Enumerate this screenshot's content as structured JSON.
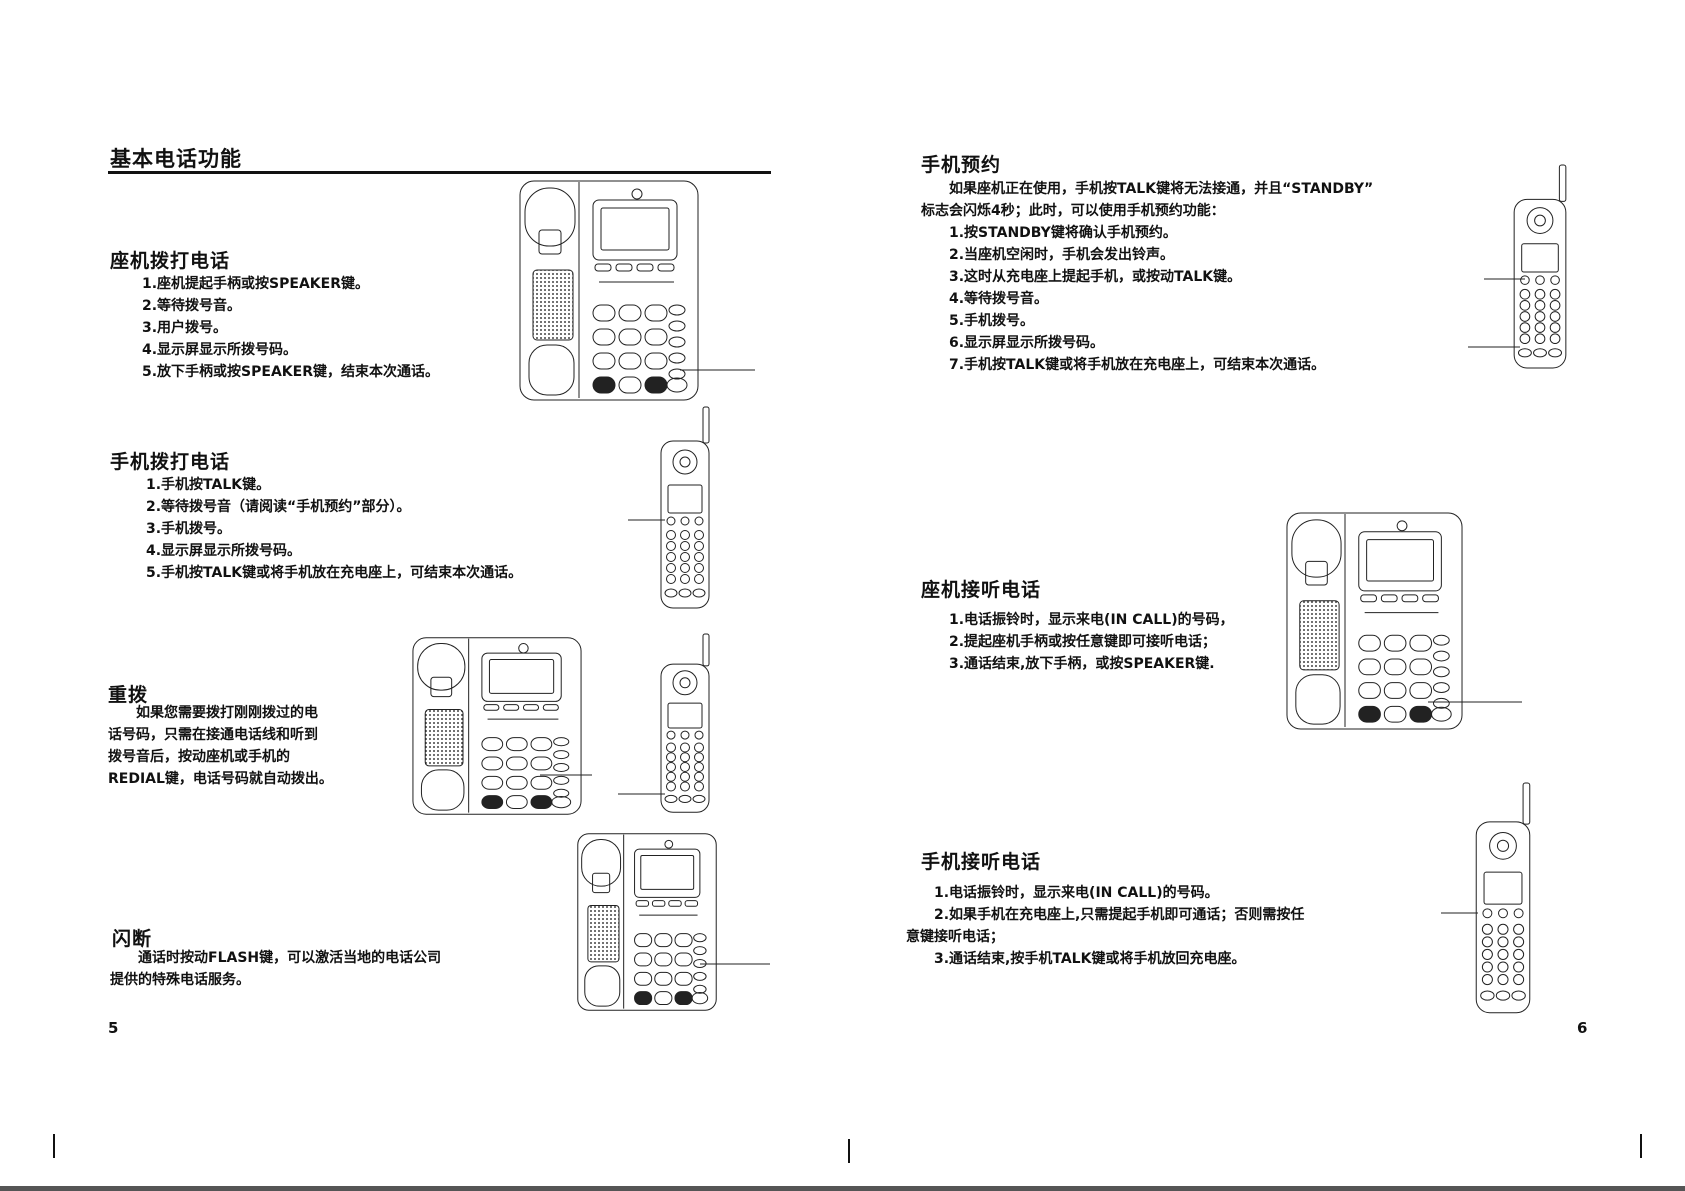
{
  "left_page": {
    "title": "基本电话功能",
    "sections": [
      {
        "heading": "座机拨打电话",
        "lines": [
          "1.座机提起手柄或按SPEAKER键。",
          "2.等待拨号音。",
          "3.用户拨号。",
          "4.显示屏显示所拨号码。",
          "5.放下手柄或按SPEAKER键，结束本次通话。"
        ]
      },
      {
        "heading": "手机拨打电话",
        "lines": [
          "1.手机按TALK键。",
          "2.等待拨号音（请阅读“手机预约”部分）。",
          "3.手机拨号。",
          "4.显示屏显示所拨号码。",
          "5.手机按TALK键或将手机放在充电座上，可结束本次通话。"
        ]
      },
      {
        "heading": "重拨",
        "lines": [
          "　　如果您需要拨打刚刚拨过的电",
          "话号码，只需在接通电话线和听到",
          "拨号音后，按动座机或手机的",
          "REDIAL键，电话号码就自动拨出。"
        ]
      },
      {
        "heading": "闪断",
        "lines": [
          "　　通话时按动FLASH键，可以激活当地的电话公司",
          "提供的特殊电话服务。"
        ]
      }
    ],
    "page_number": "5"
  },
  "right_page": {
    "sections": [
      {
        "heading": "手机预约",
        "lines": [
          "　　如果座机正在使用，手机按TALK键将无法接通，并且“STANDBY”",
          "标志会闪烁4秒；此时，可以使用手机预约功能：",
          "　　1.按STANDBY键将确认手机预约。",
          "　　2.当座机空闲时，手机会发出铃声。",
          "　　3.这时从充电座上提起手机，或按动TALK键。",
          "　　4.等待拨号音。",
          "　　5.手机拨号。",
          "　　6.显示屏显示所拨号码。",
          "　　7.手机按TALK键或将手机放在充电座上，可结束本次通话。"
        ]
      },
      {
        "heading": "座机接听电话",
        "lines": [
          "　　1.电话振铃时，显示来电(IN CALL)的号码，",
          "　　2.提起座机手柄或按任意键即可接听电话；",
          "　　3.通话结束,放下手柄，或按SPEAKER键."
        ]
      },
      {
        "heading": "手机接听电话",
        "lines": [
          "　　1.电话振铃时，显示来电(IN CALL)的号码。",
          "　　2.如果手机在充电座上,只需提起手机即可通话；否则需按任",
          "意键接听电话；",
          "　　3.通话结束,按手机TALK键或将手机放回充电座。"
        ]
      }
    ],
    "page_number": "6"
  }
}
